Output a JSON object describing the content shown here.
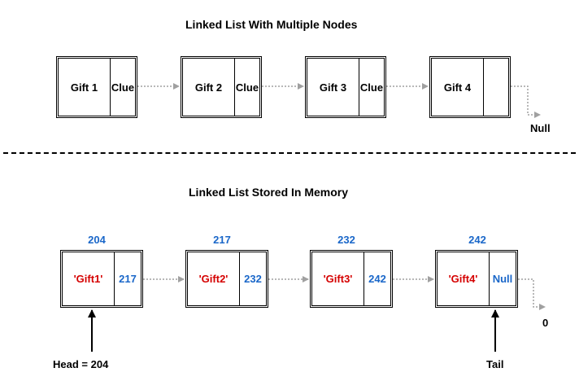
{
  "top_section": {
    "title": "Linked List With Multiple Nodes",
    "nodes": [
      {
        "data": "Gift 1",
        "next": "Clue"
      },
      {
        "data": "Gift 2",
        "next": "Clue"
      },
      {
        "data": "Gift 3",
        "next": "Clue"
      },
      {
        "data": "Gift 4",
        "next": ""
      }
    ],
    "end_label": "Null"
  },
  "bottom_section": {
    "title": "Linked List Stored In  Memory",
    "nodes": [
      {
        "address": "204",
        "data": "'Gift1'",
        "next": "217"
      },
      {
        "address": "217",
        "data": "'Gift2'",
        "next": "232"
      },
      {
        "address": "232",
        "data": "'Gift3'",
        "next": "242"
      },
      {
        "address": "242",
        "data": "'Gift4'",
        "next": "Null"
      }
    ],
    "end_label": "0",
    "head_label": "Head = 204",
    "tail_label": "Tail"
  },
  "colors": {
    "data_text": "#d50000",
    "address_text": "#1a67c9",
    "arrow": "#a0a0a0"
  }
}
